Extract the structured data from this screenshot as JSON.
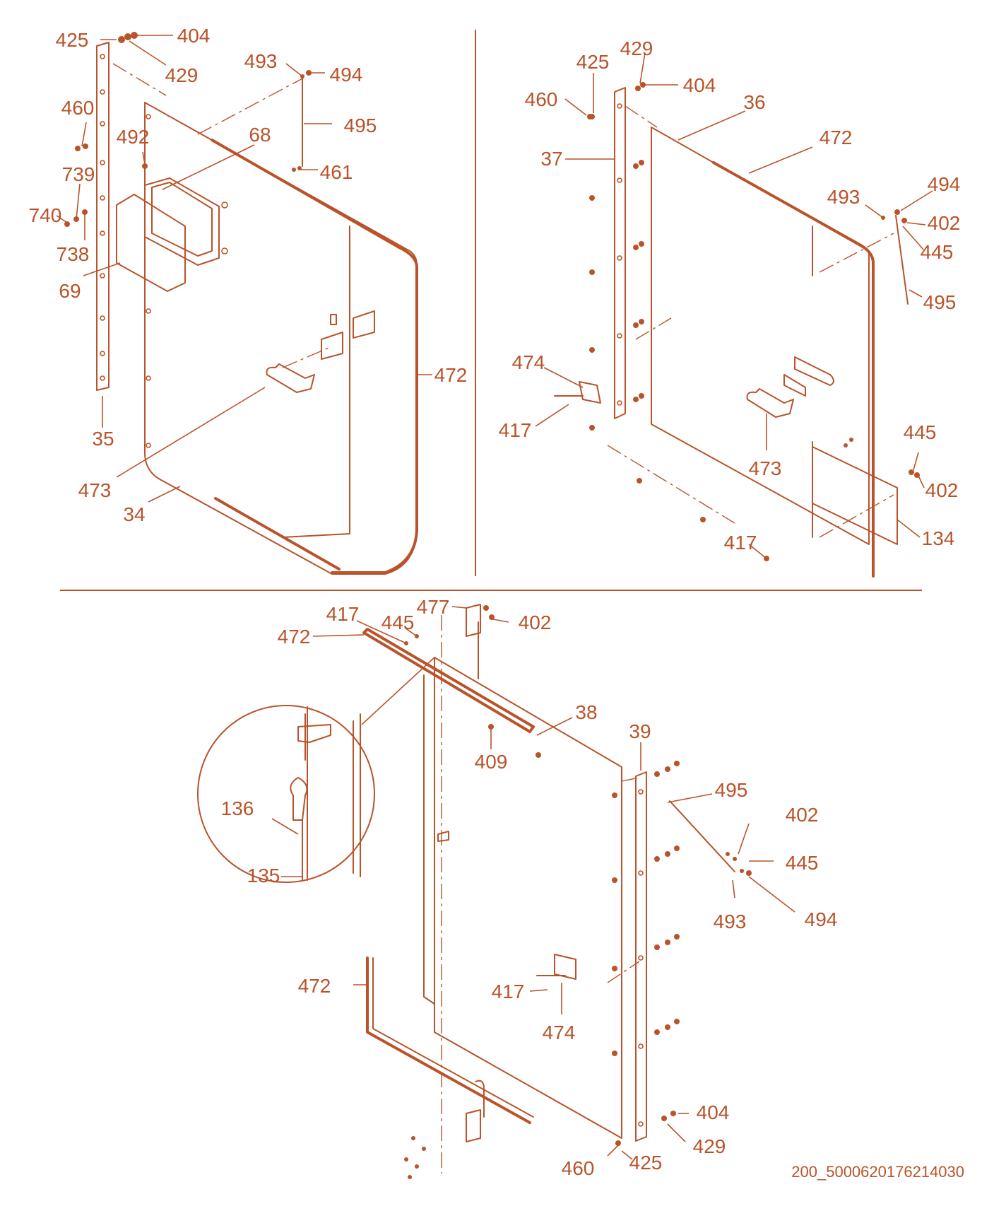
{
  "drawing_id": "200_5000620176214030",
  "callouts": {
    "top_left": [
      "425",
      "404",
      "429",
      "493",
      "494",
      "460",
      "495",
      "492",
      "68",
      "461",
      "739",
      "740",
      "738",
      "69",
      "472",
      "35",
      "473",
      "34"
    ],
    "top_right": [
      "429",
      "425",
      "404",
      "460",
      "36",
      "472",
      "37",
      "493",
      "494",
      "402",
      "445",
      "495",
      "474",
      "417",
      "473",
      "445",
      "402",
      "134",
      "417"
    ],
    "bottom": [
      "477",
      "417",
      "445",
      "402",
      "472",
      "38",
      "409",
      "39",
      "136",
      "495",
      "402",
      "135",
      "445",
      "493",
      "494",
      "472",
      "417",
      "474",
      "404",
      "429",
      "460",
      "425"
    ]
  }
}
